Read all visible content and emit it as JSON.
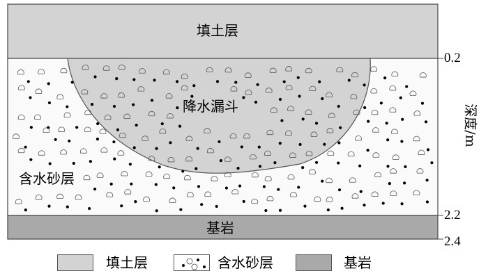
{
  "layers": {
    "fill": {
      "label": "填土层",
      "color": "#d3d3d3"
    },
    "aquifer": {
      "label": "含水砂层",
      "color": "#ffffff"
    },
    "bedrock": {
      "label": "基岩",
      "color": "#a9a9a9"
    }
  },
  "funnel": {
    "label": "降水漏斗",
    "color": "#d3d3d3"
  },
  "depth_axis": {
    "title": "深度/m",
    "ticks": [
      "0.2",
      "2.2",
      "2.4"
    ]
  },
  "legend": [
    {
      "label": "填土层"
    },
    {
      "label": "含水砂层"
    },
    {
      "label": "基岩"
    }
  ]
}
